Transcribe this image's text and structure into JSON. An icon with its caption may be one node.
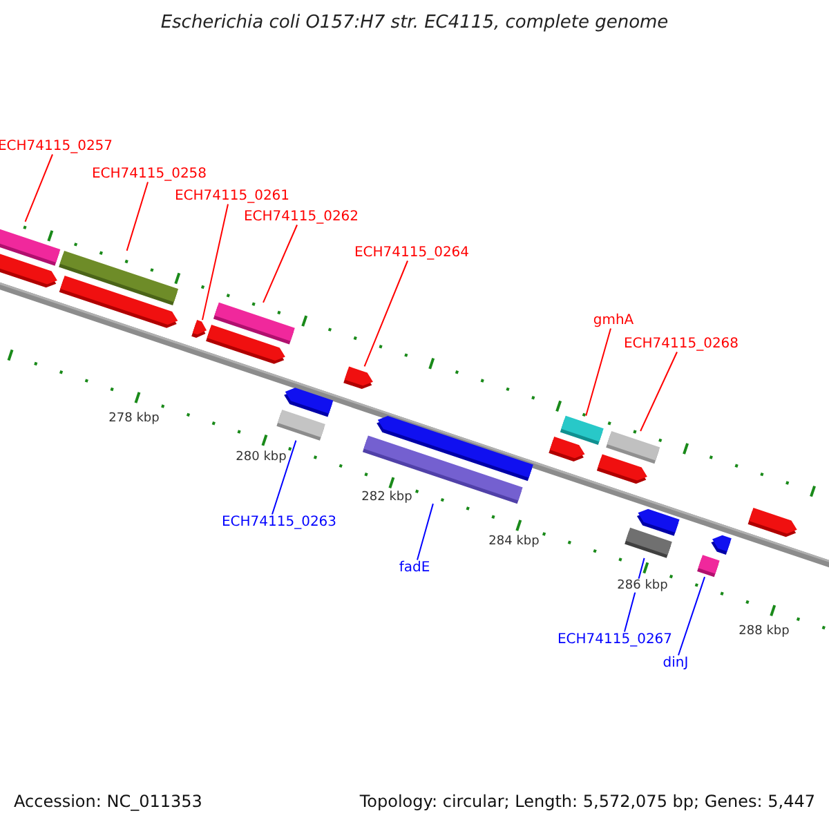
{
  "diagram": {
    "title": "Escherichia coli O157:H7 str. EC4115, complete genome",
    "nodes": [
      {
        "text": [
          "ECH74115_0257"
        ]
      },
      {
        "text": [
          "ECH74115_0258"
        ]
      },
      {
        "text": [
          "ECH74115_0261"
        ]
      },
      {
        "text": [
          "ECH74115_0262"
        ]
      },
      {
        "text": [
          "ECH74115_0264"
        ]
      },
      {
        "text": [
          "gmhA"
        ]
      },
      {
        "text": [
          "ECH74115_0268"
        ]
      },
      {
        "text": [
          "ECH74115_0263"
        ]
      },
      {
        "text": [
          "fadE"
        ]
      },
      {
        "text": [
          "ECH74115_0267"
        ]
      },
      {
        "text": [
          "dinJ"
        ]
      },
      {
        "text": [],
        "shape": "bar"
      },
      {
        "text": [],
        "shape": "bar"
      },
      {
        "text": [],
        "shape": "bar"
      },
      {
        "text": [],
        "shape": "bar"
      },
      {
        "text": [],
        "shape": "bar"
      },
      {
        "text": [],
        "shape": "bar"
      },
      {
        "text": [],
        "shape": "bar"
      },
      {
        "text": [],
        "shape": "bar"
      },
      {
        "text": [],
        "shape": "bar"
      },
      {
        "text": [],
        "shape": "bar"
      },
      {
        "text": [],
        "shape": "bar"
      }
    ],
    "edges": [
      {
        "from": 0,
        "to": 11,
        "arrow": "none"
      },
      {
        "from": 1,
        "to": 12,
        "arrow": "none"
      },
      {
        "from": 2,
        "to": 13,
        "arrow": "none"
      },
      {
        "from": 3,
        "to": 14,
        "arrow": "none"
      },
      {
        "from": 4,
        "to": 16,
        "arrow": "none"
      },
      {
        "from": 5,
        "to": 18,
        "arrow": "none"
      },
      {
        "from": 6,
        "to": 19,
        "arrow": "none"
      },
      {
        "from": 7,
        "to": 15,
        "arrow": "none",
        "color": "#0000ff"
      },
      {
        "from": 8,
        "to": 17,
        "arrow": "none",
        "color": "#0000ff"
      },
      {
        "from": 9,
        "to": 20,
        "arrow": "none",
        "color": "#0000ff"
      },
      {
        "from": 10,
        "to": 21,
        "arrow": "none",
        "color": "#0000ff"
      }
    ],
    "labels": [
      "278 kbp",
      "280 kbp",
      "282 kbp",
      "284 kbp",
      "286 kbp",
      "288 kbp",
      "Accession: NC_011353",
      "Topology: circular; Length: 5,572,075 bp; Genes: 5,447"
    ]
  }
}
